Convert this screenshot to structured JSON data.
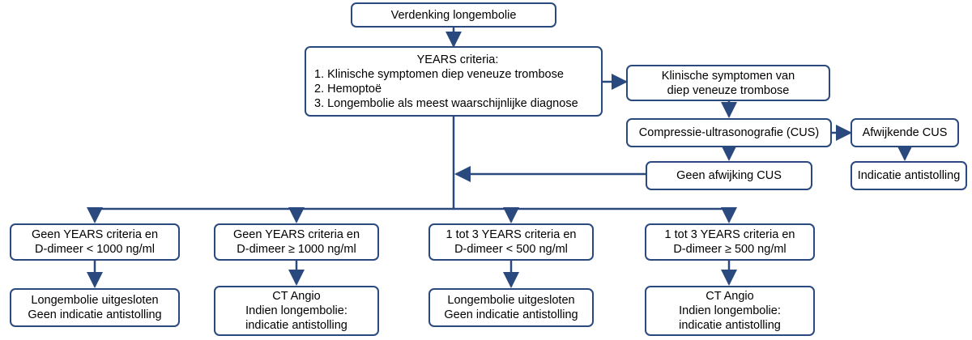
{
  "flowchart": {
    "start": "Verdenking longembolie",
    "years": {
      "title": "YEARS criteria:",
      "items": [
        "1. Klinische symptomen diep veneuze trombose",
        "2. Hemoptoë",
        "3. Longembolie als meest waarschijnlijke diagnose"
      ]
    },
    "dvt": [
      "Klinische symptomen van",
      "diep veneuze trombose"
    ],
    "cus": "Compressie-ultrasonografie (CUS)",
    "cus_abnormal": "Afwijkende CUS",
    "anticoag_indication": "Indicatie antistolling",
    "cus_normal": "Geen afwijking CUS",
    "branches": [
      {
        "criteria": [
          "Geen YEARS criteria en",
          "D-dimeer < 1000 ng/ml"
        ],
        "outcome": [
          "Longembolie uitgesloten",
          "Geen indicatie antistolling"
        ]
      },
      {
        "criteria": [
          "Geen YEARS criteria en",
          "D-dimeer ≥ 1000 ng/ml"
        ],
        "outcome": [
          "CT Angio",
          "Indien longembolie:",
          "indicatie antistolling"
        ]
      },
      {
        "criteria": [
          "1 tot 3 YEARS criteria en",
          "D-dimeer < 500 ng/ml"
        ],
        "outcome": [
          "Longembolie uitgesloten",
          "Geen indicatie antistolling"
        ]
      },
      {
        "criteria": [
          "1 tot 3 YEARS criteria en",
          "D-dimeer ≥ 500 ng/ml"
        ],
        "outcome": [
          "CT Angio",
          "Indien longembolie:",
          "indicatie antistolling"
        ]
      }
    ]
  },
  "colors": {
    "border": "#2a4a7f",
    "connector": "#2a4a7f"
  }
}
